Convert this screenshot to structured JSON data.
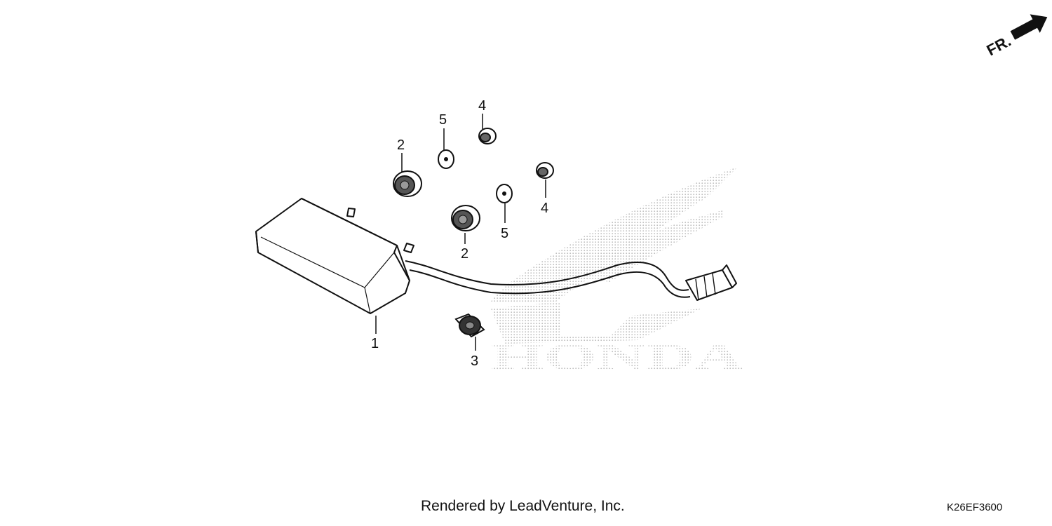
{
  "diagram": {
    "direction_label": "FR.",
    "watermark_text": "HONDA",
    "callouts": [
      "1",
      "2",
      "2",
      "3",
      "4",
      "4",
      "5",
      "5"
    ],
    "colors": {
      "ink": "#111111",
      "watermark": "#bdbdbd",
      "background": "#ffffff"
    }
  },
  "footer": {
    "credit": "Rendered by LeadVenture, Inc.",
    "diagram_code": "K26EF3600"
  }
}
